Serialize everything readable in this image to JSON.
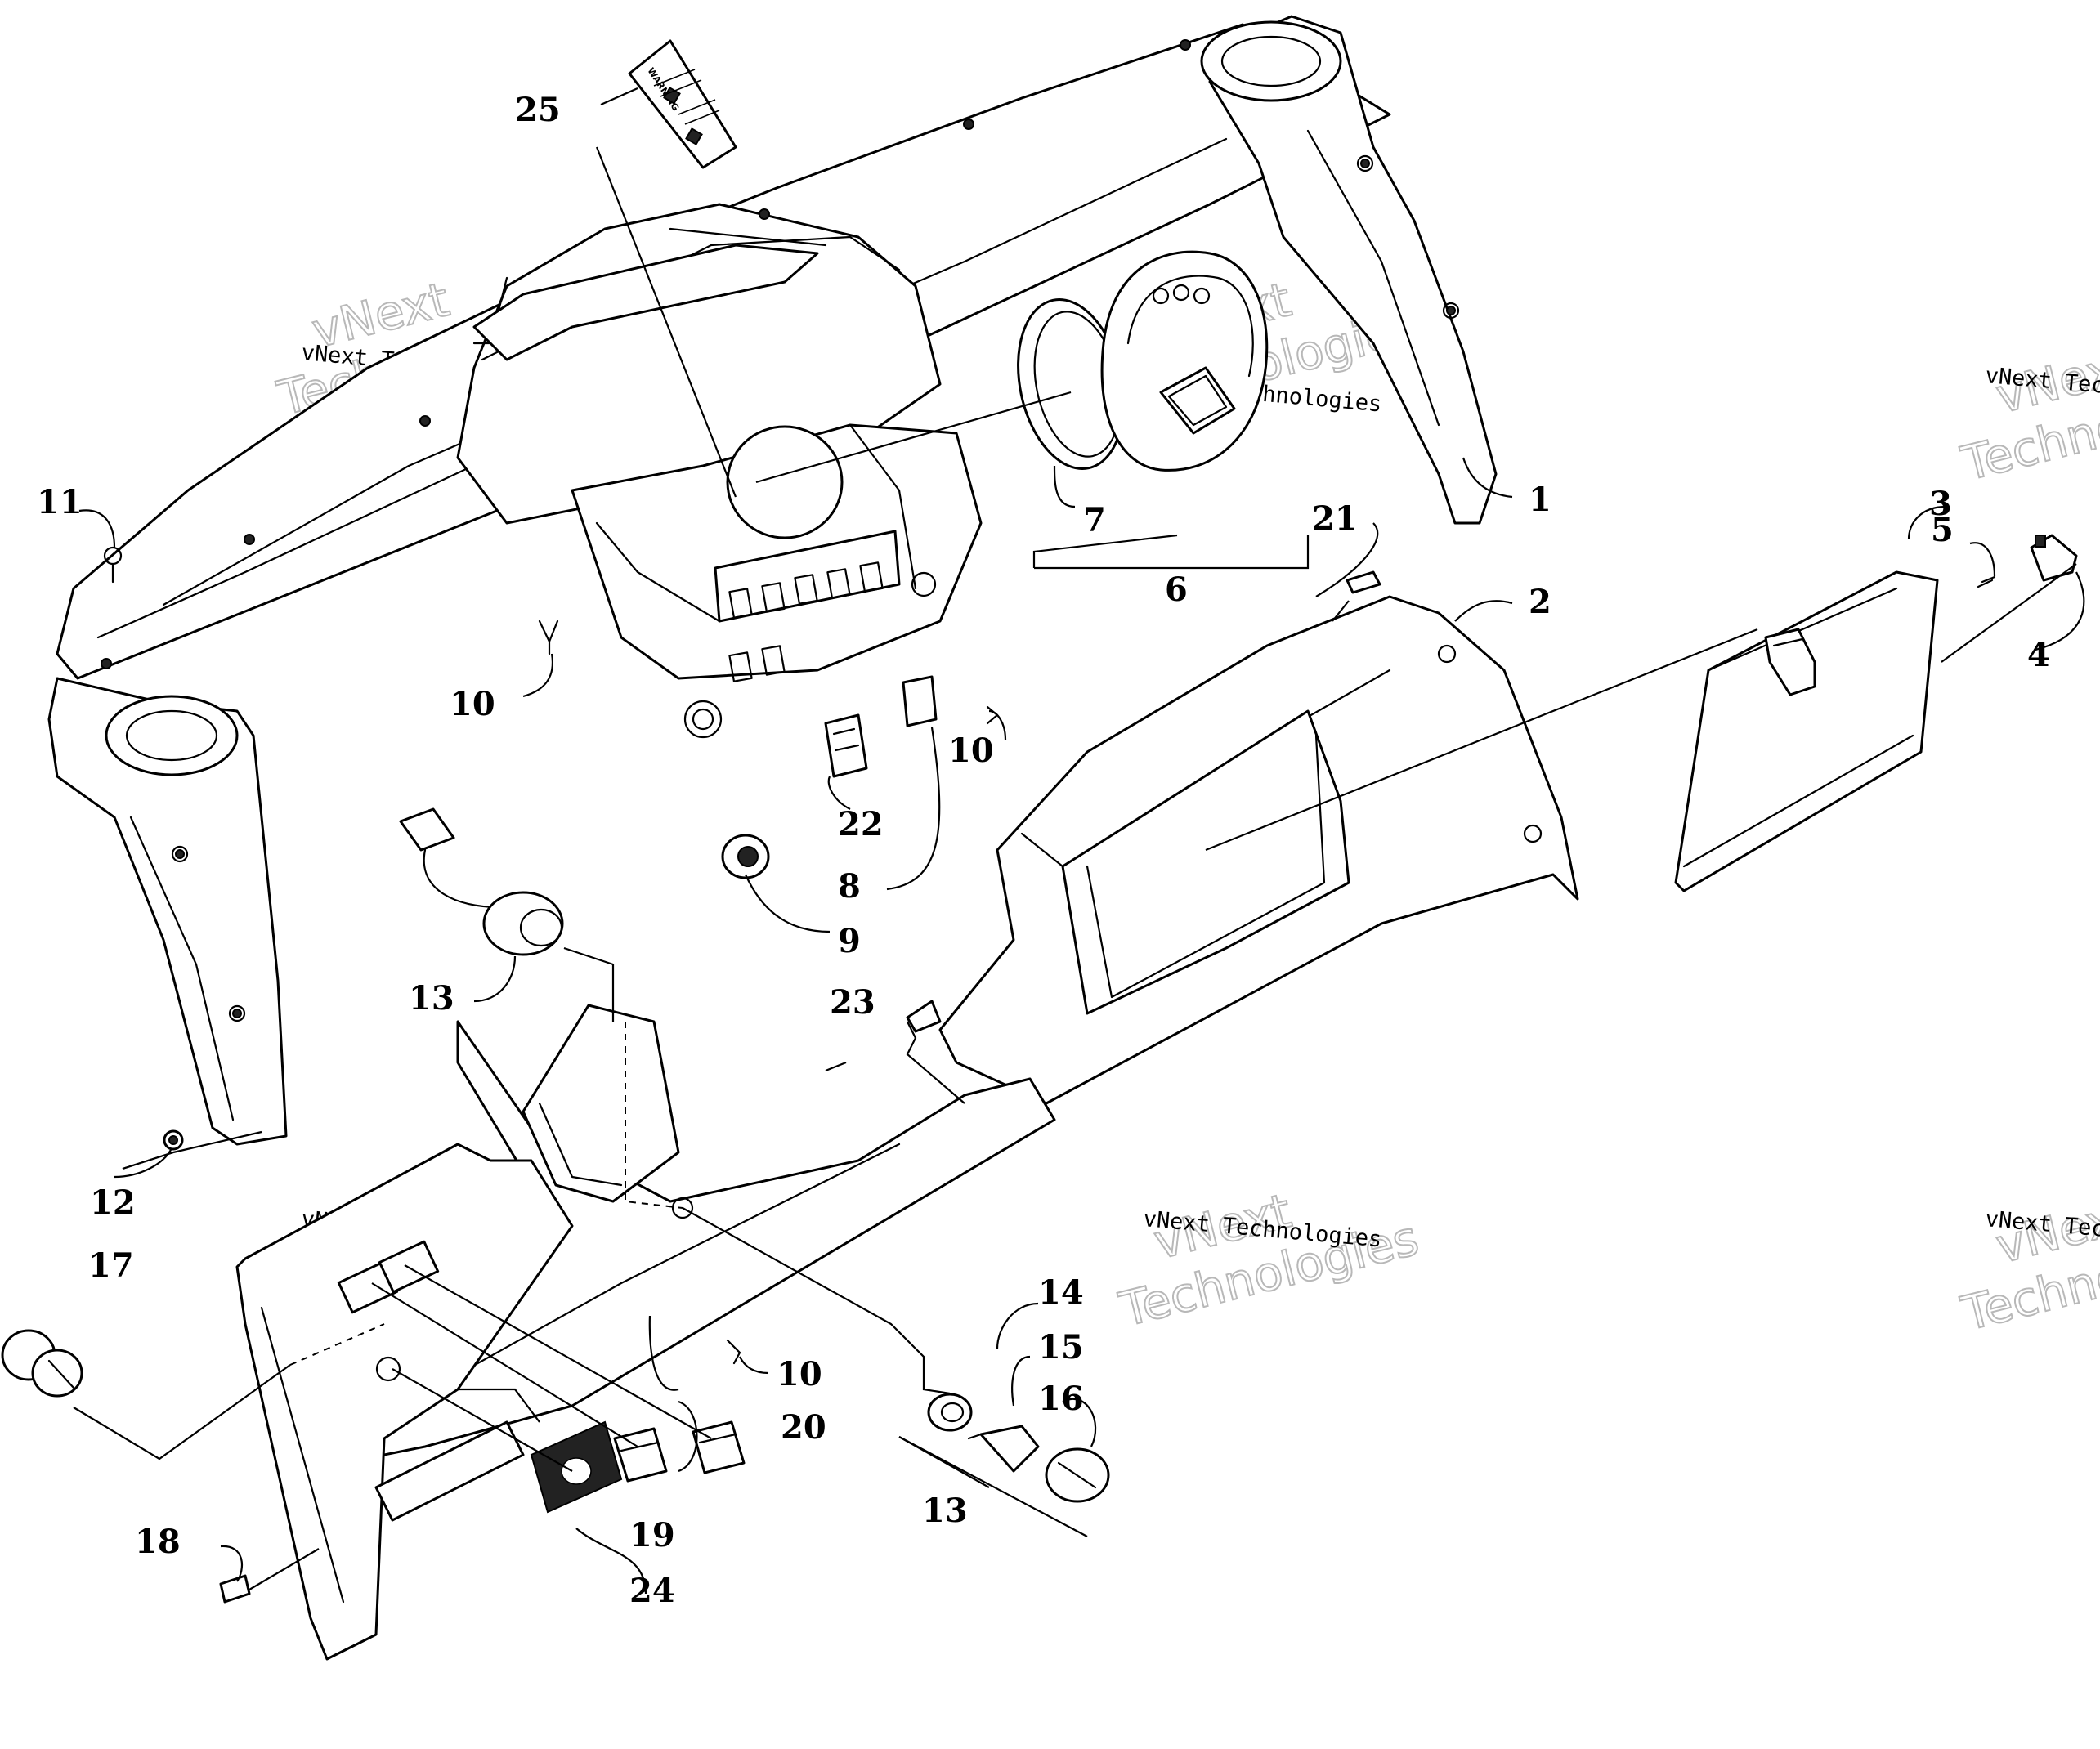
{
  "diagram": {
    "callouts": [
      {
        "id": "c1",
        "text": "1"
      },
      {
        "id": "c2",
        "text": "2"
      },
      {
        "id": "c3",
        "text": "3"
      },
      {
        "id": "c4",
        "text": "4"
      },
      {
        "id": "c5",
        "text": "5"
      },
      {
        "id": "c6",
        "text": "6"
      },
      {
        "id": "c7",
        "text": "7"
      },
      {
        "id": "c8",
        "text": "8"
      },
      {
        "id": "c9",
        "text": "9"
      },
      {
        "id": "c10a",
        "text": "10"
      },
      {
        "id": "c10b",
        "text": "10"
      },
      {
        "id": "c10c",
        "text": "10"
      },
      {
        "id": "c11",
        "text": "11"
      },
      {
        "id": "c12",
        "text": "12"
      },
      {
        "id": "c13a",
        "text": "13"
      },
      {
        "id": "c13b",
        "text": "13"
      },
      {
        "id": "c14",
        "text": "14"
      },
      {
        "id": "c15",
        "text": "15"
      },
      {
        "id": "c16",
        "text": "16"
      },
      {
        "id": "c17",
        "text": "17"
      },
      {
        "id": "c18",
        "text": "18"
      },
      {
        "id": "c19",
        "text": "19"
      },
      {
        "id": "c20",
        "text": "20"
      },
      {
        "id": "c21",
        "text": "21"
      },
      {
        "id": "c22",
        "text": "22"
      },
      {
        "id": "c23",
        "text": "23"
      },
      {
        "id": "c24",
        "text": "24"
      },
      {
        "id": "c25",
        "text": "25"
      }
    ],
    "watermark": {
      "brand_small": "vNext Technologies",
      "brand_line1": "vNext",
      "brand_line2": "Technologies"
    },
    "warning_label": {
      "heading": "WARNING"
    },
    "colors": {
      "line": "#000000",
      "background": "#ffffff",
      "watermark_outline": "#b8b8b8"
    }
  }
}
